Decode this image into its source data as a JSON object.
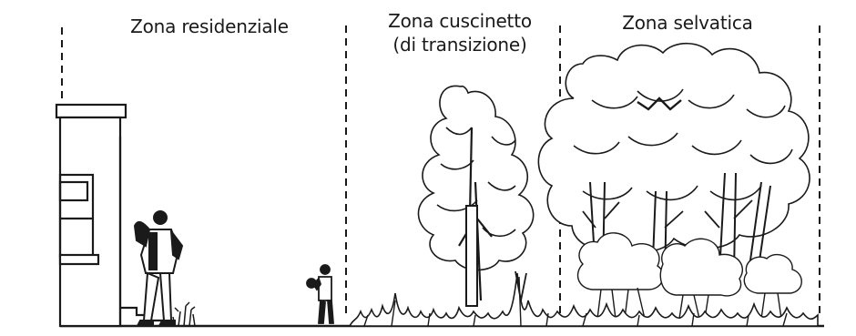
{
  "diagram": {
    "zones": [
      {
        "id": "residential",
        "label_line1": "Zona residenziale",
        "label_line2": ""
      },
      {
        "id": "buffer",
        "label_line1": "Zona cuscinetto",
        "label_line2": "(di transizione)"
      },
      {
        "id": "wild",
        "label_line1": "Zona selvatica",
        "label_line2": ""
      }
    ],
    "colors": {
      "ink": "#1a1a1a",
      "paper": "#ffffff"
    },
    "icons": [
      "house-icon",
      "man-icon",
      "child-icon",
      "tree-icon",
      "forest-icon",
      "shrub-icon"
    ]
  }
}
